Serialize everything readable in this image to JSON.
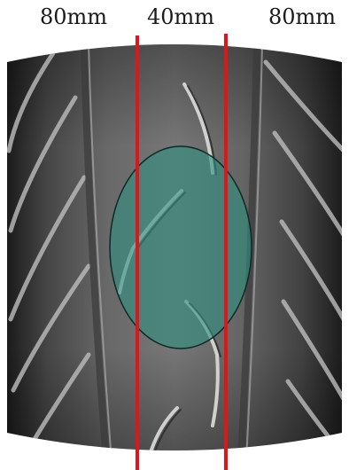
{
  "labels": {
    "left": "80mm",
    "center": "40mm",
    "right": "80mm"
  },
  "colors": {
    "divider_lines": "#e0141a",
    "contact_patch_fill": "#2f8f7f",
    "contact_patch_stroke": "#0d2a24",
    "tire_dark": "#2b2b2b",
    "tire_light": "#8a8a8a",
    "groove_highlight": "#c9c9c9"
  }
}
